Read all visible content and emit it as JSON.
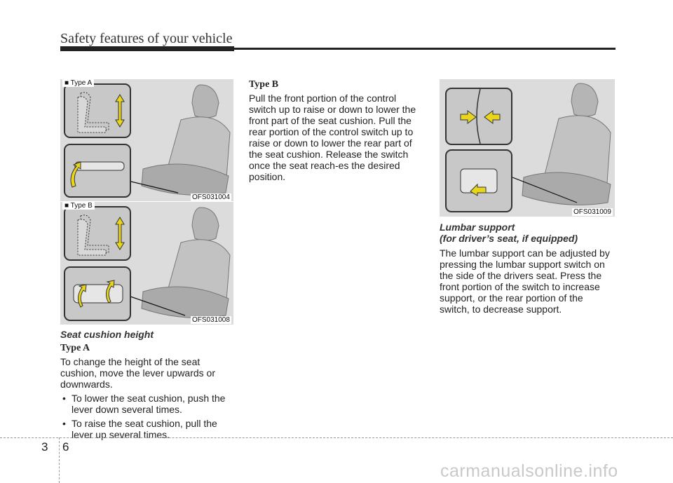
{
  "header": {
    "title": "Safety features of your vehicle"
  },
  "figures": {
    "fig1": {
      "type_label": "■ Type A",
      "caption": "OFS031004"
    },
    "fig2": {
      "type_label": "■ Type B",
      "caption": "OFS031008"
    },
    "fig3": {
      "caption": "OFS031009"
    }
  },
  "left_column": {
    "heading": "Seat cushion height",
    "type_a": "Type A",
    "intro": "To change the height of the seat cushion, move the lever upwards or downwards.",
    "bullets": [
      "To lower the seat cushion, push the lever down several times.",
      "To raise the seat cushion, pull the lever up several times."
    ]
  },
  "middle_column": {
    "type_b": "Type B",
    "text": "Pull the front portion of the control switch up to raise or down to lower the front part of the seat cushion. Pull the rear portion of the control switch up to raise or down to lower the rear part of the seat cushion. Release the switch once the seat reach-es the desired position."
  },
  "right_column": {
    "heading_line1": "Lumbar support",
    "heading_line2": "(for driver’s seat, if equipped)",
    "text": "The lumbar support can be adjusted by pressing the lumbar support switch on the side of the drivers seat. Press the front portion of the switch to increase support, or the rear portion of the switch, to decrease support."
  },
  "footer": {
    "page_section": "3",
    "page_number": "6",
    "watermark": "carmanualsonline.info"
  }
}
